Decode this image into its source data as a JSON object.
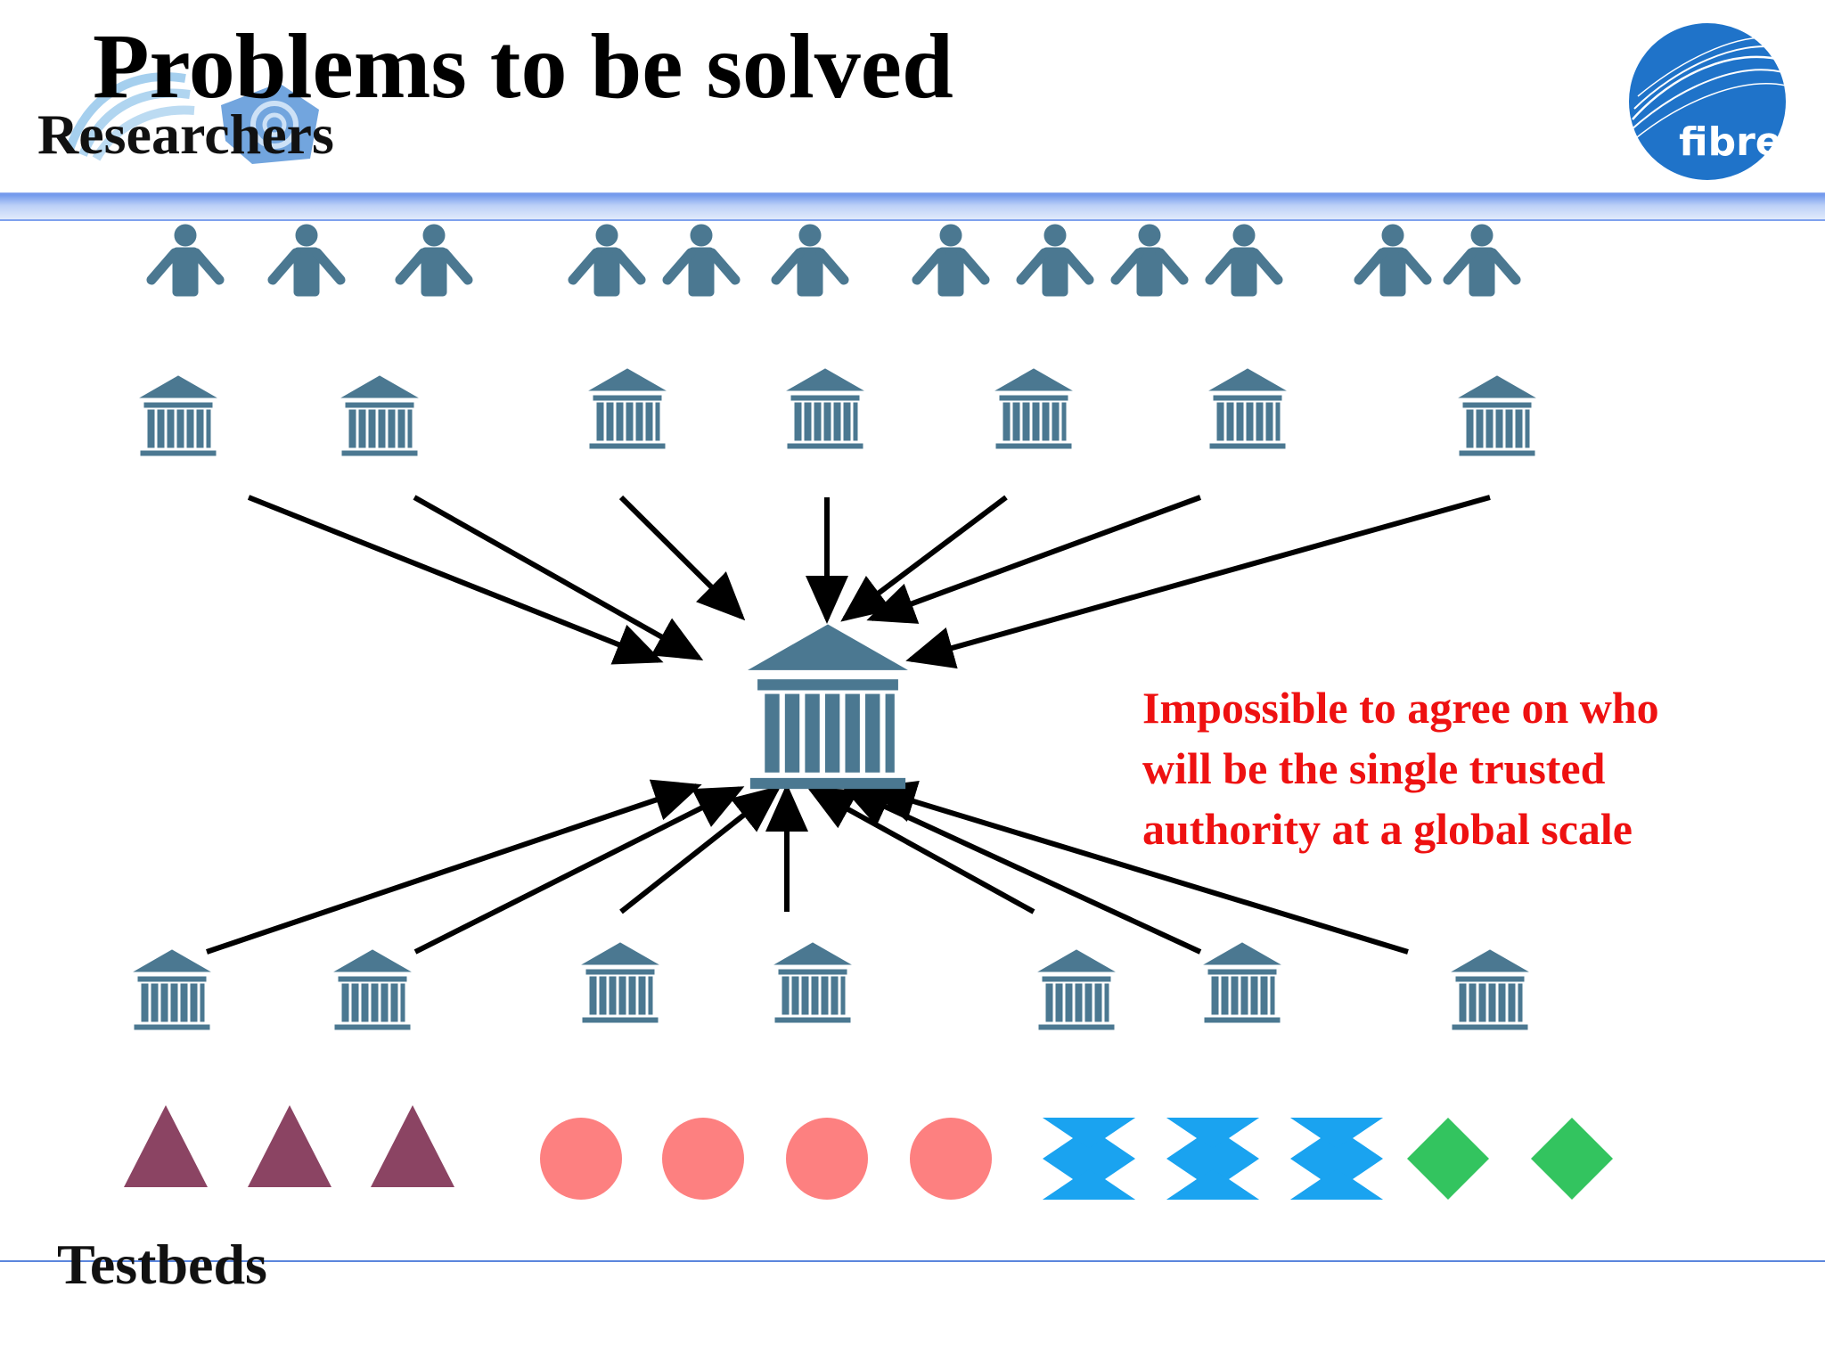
{
  "slide": {
    "title": "Problems to be solved",
    "researchers_label": "Researchers",
    "testbeds_label": "Testbeds",
    "callout_lines": [
      "Impossible to agree on who",
      "will be the single trusted",
      "authority at a global scale"
    ],
    "fibre_logo_text": "fibre"
  },
  "colors": {
    "icon": "#4b7891",
    "arrow": "#000000",
    "callout": "#ee1111",
    "triangle": "#8b4463",
    "circle": "#fd8080",
    "hourglass": "#1aa3f0",
    "diamond": "#33c45f",
    "fibre_blue": "#1f73c9"
  },
  "diagram": {
    "researcher_icon": "person-icon",
    "institution_icon": "institution-icon",
    "central_authority_icon": "institution-icon",
    "testbed_shapes": [
      "triangle",
      "triangle",
      "triangle",
      "circle",
      "circle",
      "circle",
      "circle",
      "hourglass",
      "hourglass",
      "hourglass",
      "diamond",
      "diamond"
    ]
  }
}
